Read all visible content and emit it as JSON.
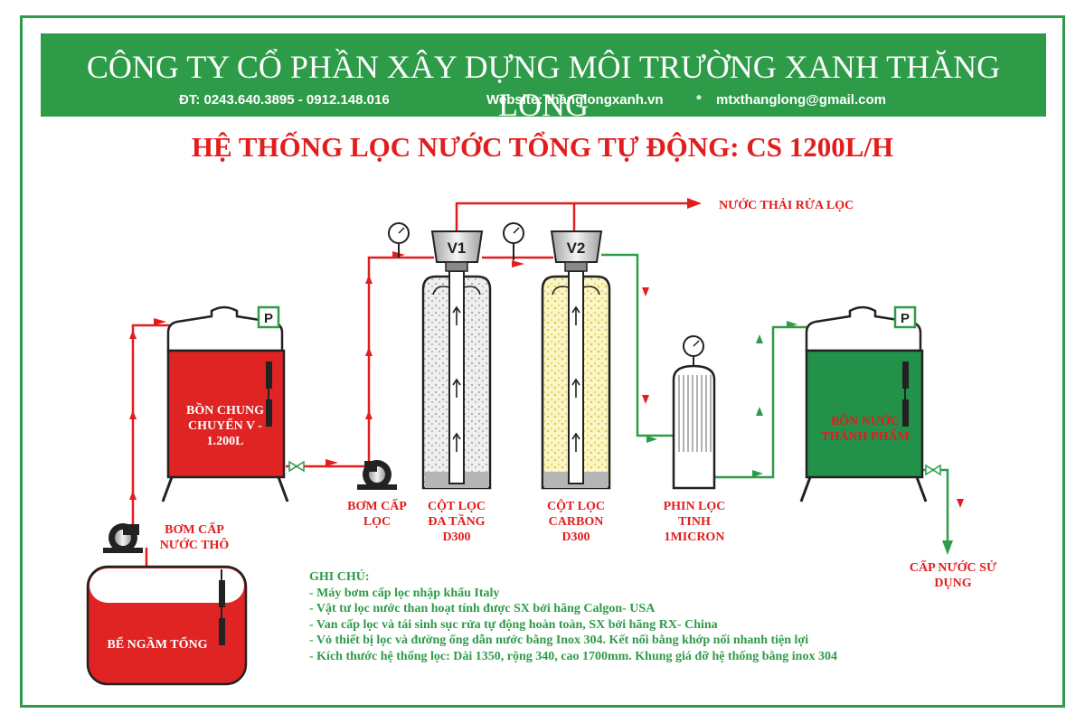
{
  "header": {
    "company": "CÔNG TY CỔ PHẦN XÂY DỰNG MÔI TRƯỜNG XANH THĂNG LONG",
    "phone": "ĐT: 0243.640.3895 - 0912.148.016",
    "website": "Website: thanglongxanh.vn",
    "separator": "*",
    "email": "mtxthanglong@gmail.com"
  },
  "title": "HỆ THỐNG LỌC NƯỚC TỔNG TỰ ĐỘNG: CS 1200L/H",
  "labels": {
    "waste": "NƯỚC THẢI RỬA LỌC",
    "v1": "V1",
    "v2": "V2",
    "p": "P",
    "tank1": "BỒN CHUNG CHUYỂN V - 1.200L",
    "pump_feed": "BƠM CẤP LỌC",
    "pump_raw": "BƠM CẤP NƯỚC THÔ",
    "col1": "CỘT LỌC ĐA TẦNG D300",
    "col2": "CỘT LỌC CARBON D300",
    "filter": "PHIN LỌC TINH 1MICRON",
    "tank2": "BỒN NƯỚC THÀNH PHẨM",
    "supply": "CẤP NƯỚC SỬ DỤNG",
    "underground": "BỂ NGẦM TỔNG"
  },
  "notes": {
    "heading": "GHI CHÚ:",
    "items": [
      "- Máy bơm cấp lọc nhập khẩu Italy",
      "- Vật tư lọc nước than hoạt tính được SX bởi hãng Calgon- USA",
      "- Van cấp lọc và tái sinh sục rửa tự động hoàn toàn, SX bởi hãng RX- China",
      "- Vỏ thiết bị lọc và đường ống dẫn nước bằng Inox 304. Kết nối bằng khớp nối nhanh tiện lợi",
      "- Kích thước hệ thống lọc: Dài 1350, rộng 340, cao 1700mm. Khung giá đỡ hệ thống bằng inox 304"
    ]
  },
  "colors": {
    "brand_green": "#2e9b48",
    "red": "#e21d1d",
    "tank_red": "#e02323",
    "tank_green": "#22914a"
  }
}
